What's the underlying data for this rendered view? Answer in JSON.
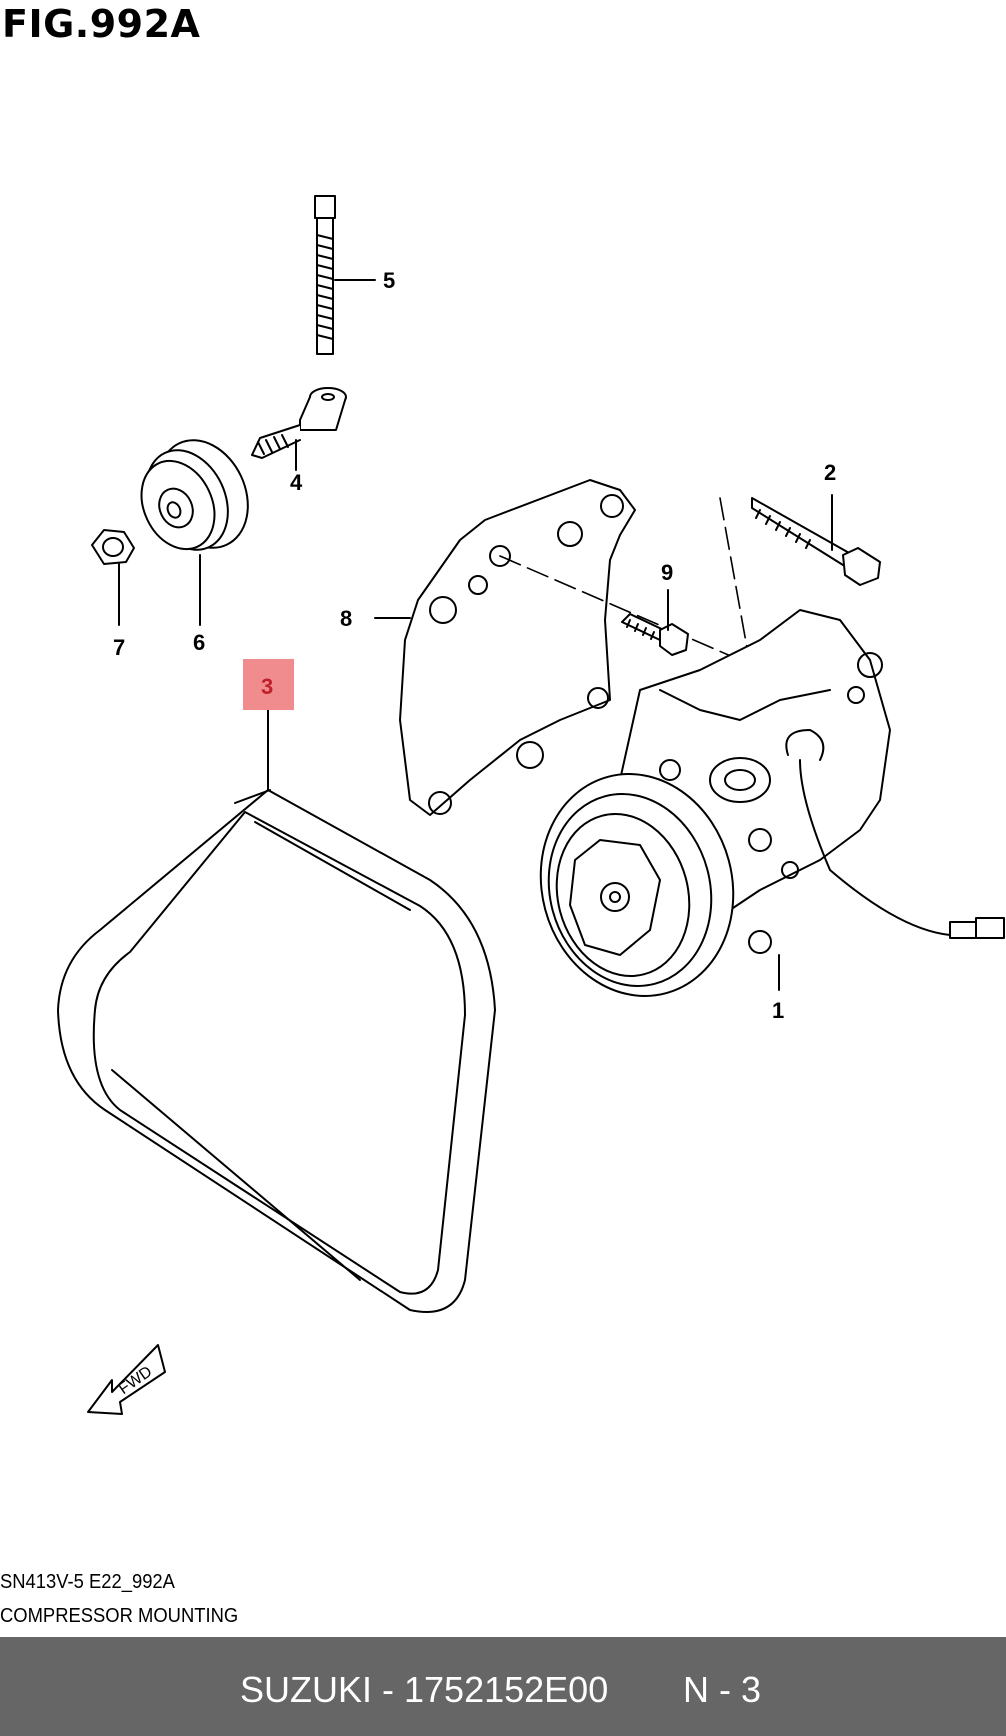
{
  "figure": {
    "title": "FIG.992A",
    "code": "SN413V-5 E22_992A",
    "name": "COMPRESSOR MOUNTING"
  },
  "callouts": [
    {
      "id": "1",
      "label": "1"
    },
    {
      "id": "2",
      "label": "2"
    },
    {
      "id": "3",
      "label": "3",
      "highlighted": true
    },
    {
      "id": "4",
      "label": "4"
    },
    {
      "id": "5",
      "label": "5"
    },
    {
      "id": "6",
      "label": "6"
    },
    {
      "id": "7",
      "label": "7"
    },
    {
      "id": "8",
      "label": "8"
    },
    {
      "id": "9",
      "label": "9"
    }
  ],
  "fwd_arrow": {
    "label": "FWD"
  },
  "footer": {
    "part_number": "SUZUKI - 1752152E00",
    "position": "N - 3"
  },
  "colors": {
    "highlight": "#f08b8e",
    "footer_bg": "#666666",
    "line": "#000000"
  }
}
